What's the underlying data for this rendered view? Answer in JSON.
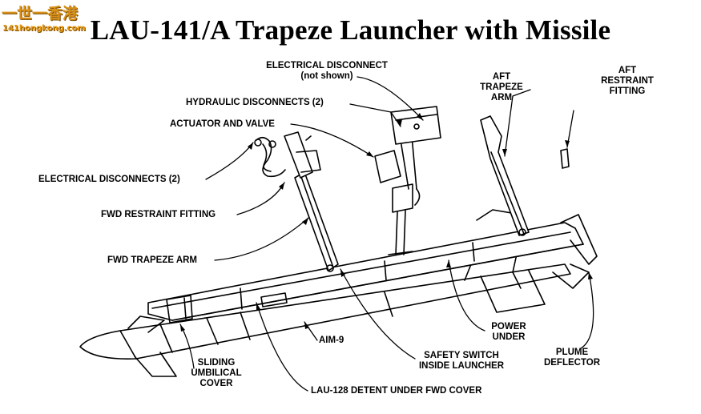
{
  "title": "LAU-141/A Trapeze Launcher with Missile",
  "watermark": {
    "chinese": "一世一香港",
    "url": "141hongkong.com"
  },
  "labels": {
    "electrical_disconnect": {
      "line1": "ELECTRICAL DISCONNECT",
      "line2": "(not shown)"
    },
    "hydraulic_disconnects": "HYDRAULIC DISCONNECTS (2)",
    "actuator_valve": "ACTUATOR AND VALVE",
    "electrical_disconnects": "ELECTRICAL DISCONNECTS (2)",
    "fwd_restraint": "FWD RESTRAINT FITTING",
    "fwd_trapeze_arm": "FWD TRAPEZE ARM",
    "aft_trapeze_arm": {
      "line1": "AFT",
      "line2": "TRAPEZE",
      "line3": "ARM"
    },
    "aft_restraint": {
      "line1": "AFT",
      "line2": "RESTRAINT",
      "line3": "FITTING"
    },
    "power_under": {
      "line1": "POWER",
      "line2": "UNDER"
    },
    "plume_deflector": {
      "line1": "PLUME",
      "line2": "DEFLECTOR"
    },
    "aim9": "AIM-9",
    "safety_switch": {
      "line1": "SAFETY SWITCH",
      "line2": "INSIDE LAUNCHER"
    },
    "sliding_cover": {
      "line1": "SLIDING",
      "line2": "UMBILICAL",
      "line3": "COVER"
    },
    "lau128": "LAU-128 DETENT UNDER FWD COVER"
  },
  "colors": {
    "ink": "#000000",
    "watermark": "#d89018"
  }
}
